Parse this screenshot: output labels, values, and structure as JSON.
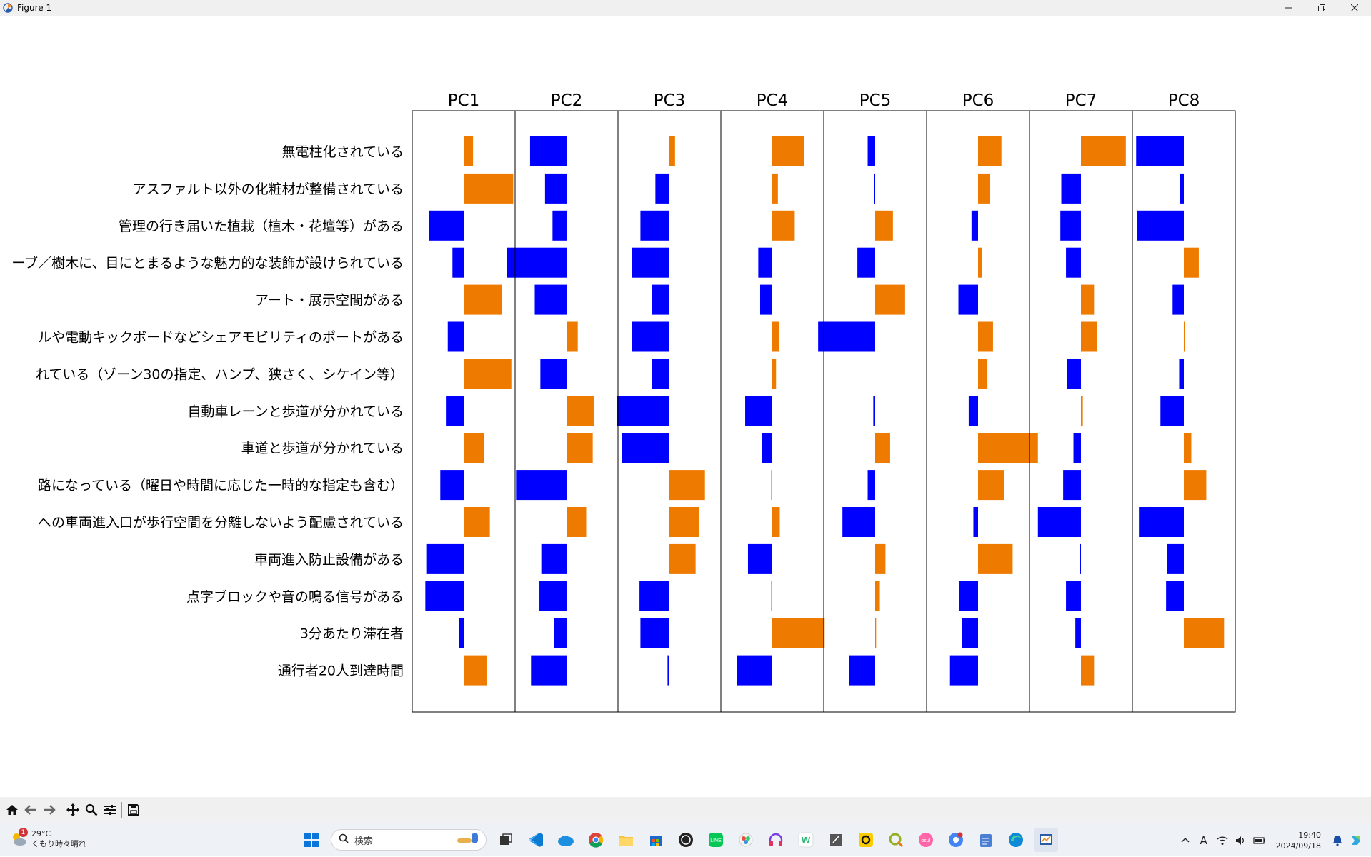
{
  "window": {
    "title": "Figure 1"
  },
  "chart_data": {
    "type": "bar",
    "orientation": "horizontal",
    "panels": [
      "PC1",
      "PC2",
      "PC3",
      "PC4",
      "PC5",
      "PC6",
      "PC7",
      "PC8"
    ],
    "categories": [
      "無電柱化されている",
      "アスファルト以外の化粧材が整備されている",
      "管理の行き届いた植栽（植木・花壇等）がある",
      "ーブ／樹木に、目にとまるような魅力的な装飾が設けられている",
      "アート・展示空間がある",
      "ルや電動キックボードなどシェアモビリティのポートがある",
      "れている（ゾーン30の指定、ハンプ、狭さく、シケイン等）",
      "自動車レーンと歩道が分かれている",
      "車道と歩道が分かれている",
      "路になっている（曜日や時間に応じた一時的な指定も含む）",
      "への車両進入口が歩行空間を分離しないよう配慮されている",
      "車両進入防止設備がある",
      "点字ブロックや音の鳴る信号がある",
      "3分あたり滞在者",
      "通行者20人到達時間"
    ],
    "xlim": [
      -0.55,
      0.55
    ],
    "colors": {
      "positive": "#ef7a00",
      "negative": "#0000ff"
    },
    "values": {
      "PC1": [
        0.1,
        0.53,
        -0.37,
        -0.12,
        0.41,
        -0.17,
        0.51,
        -0.19,
        0.22,
        -0.25,
        0.28,
        -0.4,
        -0.41,
        -0.05,
        0.25
      ],
      "PC2": [
        -0.39,
        -0.23,
        -0.15,
        -0.64,
        -0.34,
        0.12,
        -0.28,
        0.29,
        0.28,
        -0.54,
        0.21,
        -0.27,
        -0.29,
        -0.13,
        -0.38
      ],
      "PC3": [
        0.06,
        -0.15,
        -0.31,
        -0.4,
        -0.19,
        -0.4,
        -0.19,
        -0.56,
        -0.51,
        0.38,
        0.32,
        0.28,
        -0.32,
        -0.31,
        -0.02
      ],
      "PC4": [
        0.34,
        0.06,
        0.24,
        -0.15,
        -0.13,
        0.07,
        0.04,
        -0.29,
        -0.11,
        -0.01,
        0.08,
        -0.26,
        -0.01,
        0.56,
        -0.38
      ],
      "PC5": [
        -0.08,
        -0.01,
        0.19,
        -0.19,
        0.32,
        -0.61,
        0.0,
        -0.02,
        0.16,
        -0.08,
        -0.35,
        0.11,
        0.05,
        0.01,
        -0.28
      ],
      "PC6": [
        0.25,
        0.13,
        -0.07,
        0.04,
        -0.21,
        0.16,
        0.1,
        -0.1,
        0.64,
        0.28,
        -0.05,
        0.37,
        -0.2,
        -0.17,
        -0.3
      ],
      "PC7": [
        0.48,
        -0.21,
        -0.22,
        -0.16,
        0.14,
        0.17,
        -0.15,
        0.02,
        -0.08,
        -0.19,
        -0.46,
        -0.01,
        -0.16,
        -0.06,
        0.14
      ],
      "PC8": [
        -0.51,
        -0.04,
        -0.5,
        0.16,
        -0.12,
        0.01,
        -0.05,
        -0.25,
        0.08,
        0.24,
        -0.48,
        -0.18,
        -0.19,
        0.43,
        0.0
      ]
    },
    "xticks": false,
    "grid": false
  },
  "toolbar": {
    "buttons": [
      {
        "name": "home-icon",
        "glyph": "home"
      },
      {
        "name": "back-icon",
        "glyph": "back"
      },
      {
        "name": "forward-icon",
        "glyph": "forward"
      },
      {
        "name": "pan-icon",
        "glyph": "pan"
      },
      {
        "name": "zoom-icon",
        "glyph": "zoom"
      },
      {
        "name": "configure-subplots-icon",
        "glyph": "sliders"
      },
      {
        "name": "save-icon",
        "glyph": "save"
      }
    ]
  },
  "taskbar": {
    "weather": {
      "temp": "29°C",
      "condition": "くもり時々晴れ",
      "badge": "1"
    },
    "search_placeholder": "検索",
    "time": "19:40",
    "date": "2024/09/18",
    "ime": "A"
  }
}
